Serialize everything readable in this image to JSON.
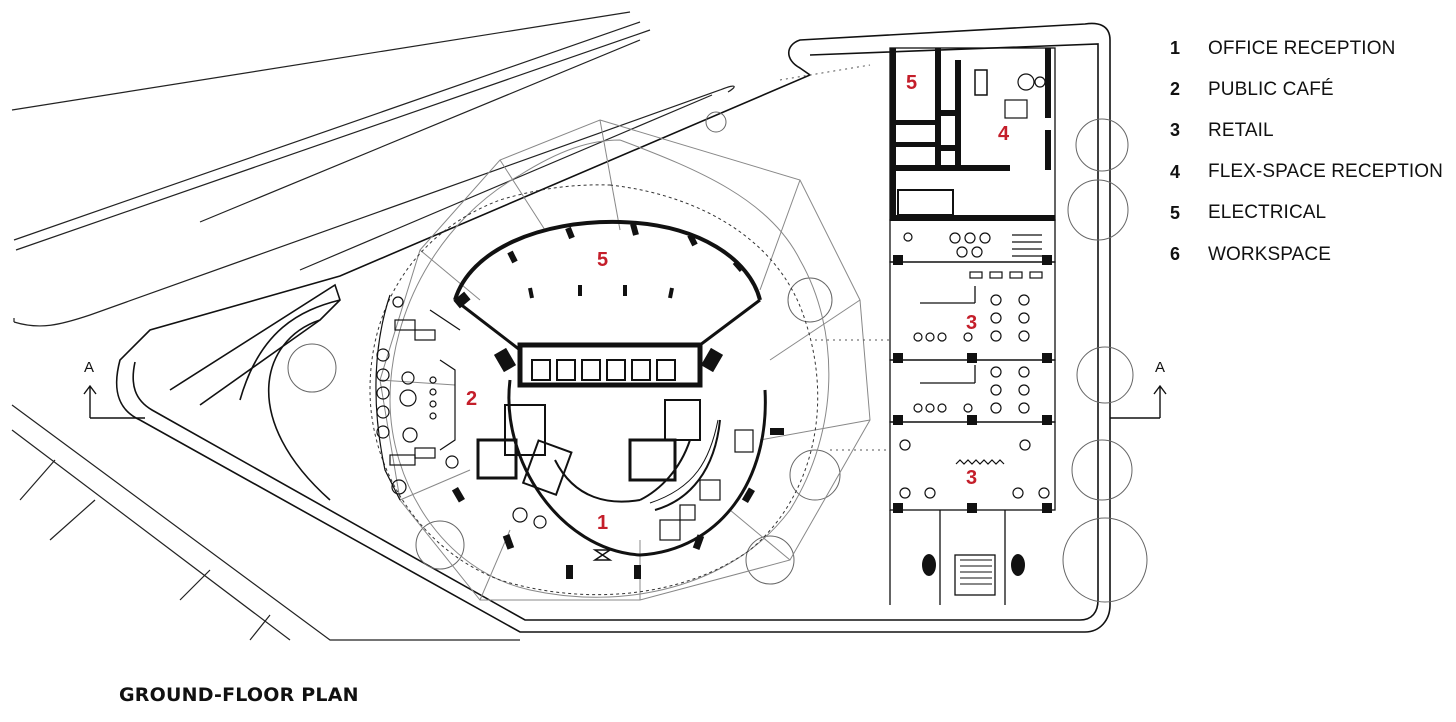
{
  "title": "GROUND-FLOOR PLAN",
  "legend": [
    {
      "num": "1",
      "label": "OFFICE RECEPTION"
    },
    {
      "num": "2",
      "label": "PUBLIC CAFÉ"
    },
    {
      "num": "3",
      "label": "RETAIL"
    },
    {
      "num": "4",
      "label": "FLEX-SPACE RECEPTION"
    },
    {
      "num": "5",
      "label": "ELECTRICAL"
    },
    {
      "num": "6",
      "label": "WORKSPACE"
    }
  ],
  "room_labels": {
    "office_reception": "1",
    "public_cafe": "2",
    "retail_upper": "3",
    "retail_lower": "3",
    "flex_space_reception": "4",
    "electrical_rotunda": "5",
    "electrical_corner": "5"
  },
  "section_marker": {
    "left": "A",
    "right": "A"
  },
  "colors": {
    "room_number": "#c41e2a",
    "line": "#111111"
  }
}
